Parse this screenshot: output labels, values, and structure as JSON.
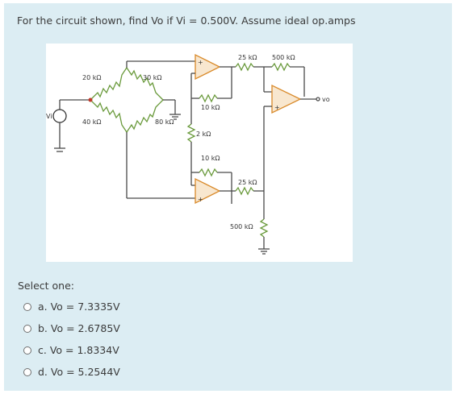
{
  "question": "For the circuit shown, find Vo if Vi = 0.500V.  Assume ideal op.amps",
  "circuit": {
    "labels": {
      "r1": "20 kΩ",
      "r2": "30 kΩ",
      "r3": "40 kΩ",
      "r4": "80 kΩ",
      "r5": "10 kΩ",
      "r6": "2 kΩ",
      "r7": "10 kΩ",
      "r8": "25 kΩ",
      "r9": "500 kΩ",
      "r10": "25 kΩ",
      "r11": "500 kΩ",
      "vi": "Vi",
      "vo": "vo",
      "plus": "+"
    }
  },
  "select_label": "Select one:",
  "options": [
    "a. Vo = 7.3335V",
    "b. Vo = 2.6785V",
    "c. Vo = 1.8334V",
    "d. Vo = 5.2544V"
  ]
}
